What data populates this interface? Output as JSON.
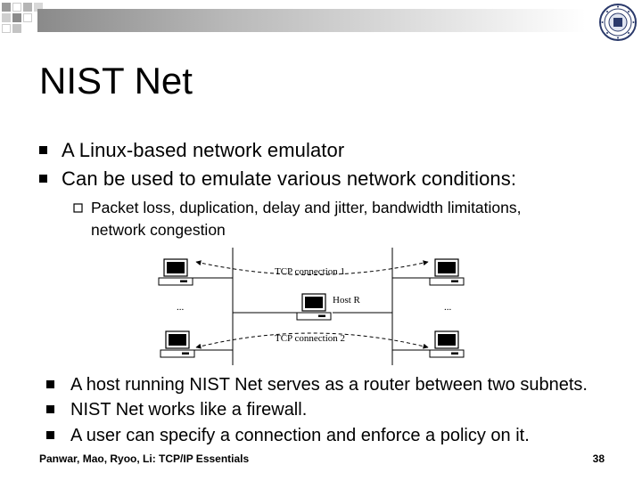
{
  "slide": {
    "title": "NIST Net",
    "bullets": [
      "A Linux-based network emulator",
      "Can be used to emulate various network conditions:"
    ],
    "sub_bullet": {
      "line1": "Packet loss, duplication, delay and jitter, bandwidth limitations,",
      "line2": "network congestion"
    },
    "bottom_bullets": [
      "A host running NIST Net serves as a router between two subnets.",
      "NIST Net works like a firewall.",
      "A user can specify a connection and enforce a policy on it."
    ],
    "footer": "Panwar, Mao, Ryoo, Li: TCP/IP Essentials",
    "page_number": "38"
  },
  "diagram": {
    "connection1": "TCP connection 1",
    "connection2": "TCP connection 2",
    "router_label": "Host R",
    "ellipsis_left": "...",
    "ellipsis_right": "..."
  },
  "icons": {
    "bullet": "square-bullet-icon",
    "sub_bullet": "hollow-square-bullet-icon",
    "host": "computer-icon",
    "logo": "university-seal-icon"
  },
  "colors": {
    "banner_start": "#8a8a8a",
    "squares": "#8c8c8c",
    "squares_light": "#c9c9c9"
  }
}
